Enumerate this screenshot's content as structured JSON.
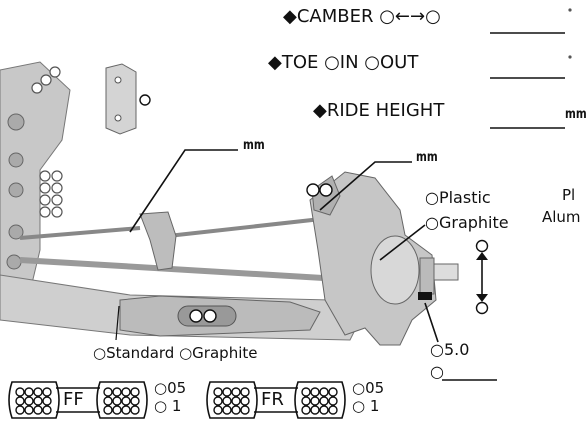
{
  "specs": {
    "camber_label": "◆CAMBER ○←→○",
    "toe_label": "◆TOE ○IN ○OUT",
    "ride_height_label": "◆RIDE HEIGHT",
    "ride_height_unit": "mm"
  },
  "callouts": {
    "tie_rod_unit": "mm",
    "upper_link_unit": "mm",
    "material_options": [
      "○Plastic",
      "○Graphite"
    ],
    "lower_arm_options": "○Standard ○Graphite",
    "spacer_value": "○5.0",
    "spacer_blank": "○"
  },
  "side_text": {
    "line1": "Pl",
    "line2": "Alum"
  },
  "blocks": {
    "ff_label": "FF",
    "fr_label": "FR",
    "ff_options": [
      "○05",
      "○ 1"
    ],
    "fr_options": [
      "○05",
      "○ 1"
    ]
  }
}
